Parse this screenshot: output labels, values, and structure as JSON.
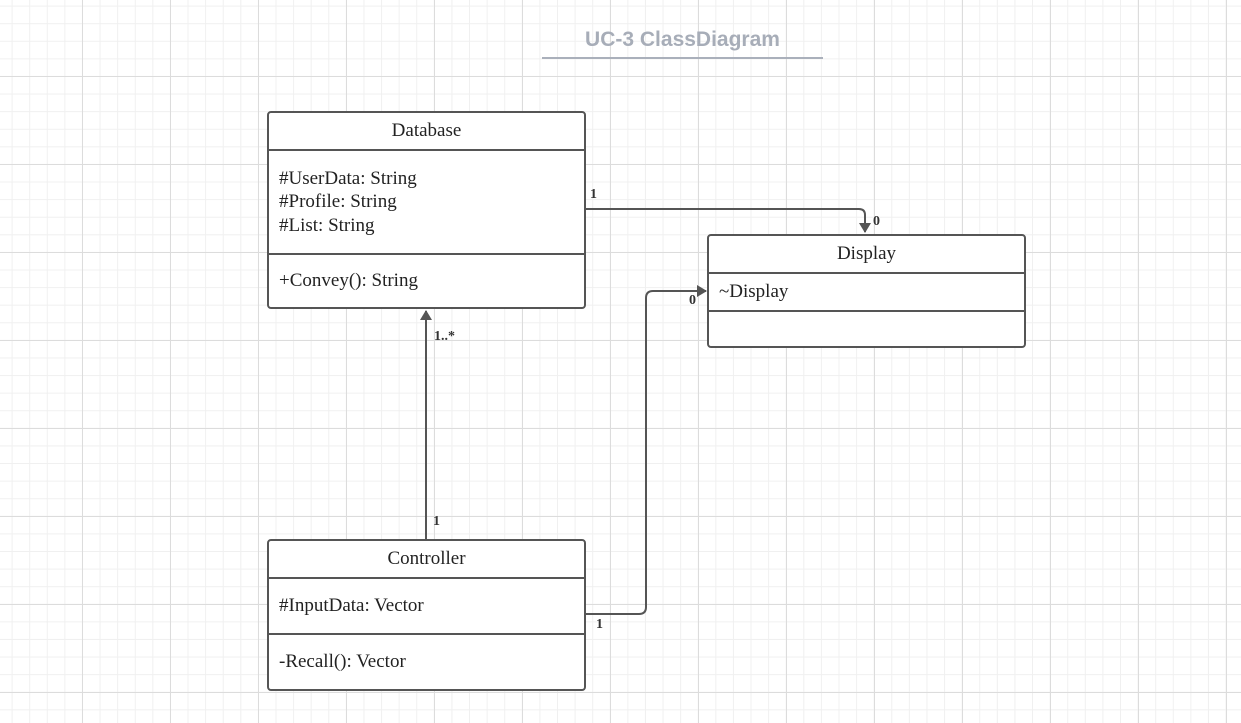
{
  "title": "UC-3 ClassDiagram",
  "colors": {
    "line": "#555555",
    "title": "#a7adb8",
    "grid": "#dcdcdc"
  },
  "classes": {
    "database": {
      "name": "Database",
      "attributes": [
        "#UserData: String",
        "#Profile: String",
        "#List: String"
      ],
      "methods": [
        "+Convey(): String"
      ]
    },
    "display": {
      "name": "Display",
      "attributes": [
        "~Display"
      ],
      "methods": []
    },
    "controller": {
      "name": "Controller",
      "attributes": [
        "#InputData: Vector"
      ],
      "methods": [
        "-Recall(): Vector"
      ]
    }
  },
  "associations": {
    "database_display": {
      "source_mult": "1",
      "target_mult": "0"
    },
    "controller_database": {
      "source_mult": "1",
      "target_mult": "1..*"
    },
    "controller_display": {
      "source_mult": "1",
      "target_mult": "0"
    }
  }
}
